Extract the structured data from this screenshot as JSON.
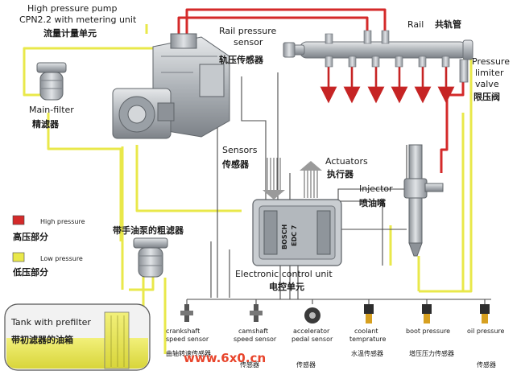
{
  "labels": {
    "pump_en_1": "High pressure pump",
    "pump_en_2": "CPN2.2 with metering unit",
    "pump_cn": "流量计量单元",
    "rail_sensor_en_1": "Rail pressure",
    "rail_sensor_en_2": "sensor",
    "rail_sensor_cn": "轨压传感器",
    "rail_en": "Rail",
    "rail_cn": "共轨管",
    "limiter_en_1": "Pressure",
    "limiter_en_2": "limiter",
    "limiter_en_3": "valve",
    "limiter_cn": "限压阀",
    "main_filter_en": "Main-filter",
    "main_filter_cn": "精滤器",
    "sensors_en": "Sensors",
    "sensors_cn": "传感器",
    "actuators_en": "Actuators",
    "actuators_cn": "执行器",
    "injector_en": "Injector",
    "injector_cn": "喷油嘴",
    "prefilter_cn": "带手油泵的粗滤器",
    "ecu_en": "Electronic control unit",
    "ecu_cn": "电控单元",
    "ecu_brand": "BOSCH",
    "ecu_model": "EDC 7",
    "tank_en": "Tank with prefilter",
    "tank_cn": "带初滤器的油箱"
  },
  "legend": [
    {
      "en": "High pressure",
      "cn": "高压部分",
      "color": "#d42a2a"
    },
    {
      "en": "Low pressure",
      "cn": "低压部分",
      "color": "#e9e84a"
    }
  ],
  "sensors": [
    {
      "en_1": "crankshaft",
      "en_2": "speed sensor",
      "cn": "曲轴转速传感器"
    },
    {
      "en_1": "camshaft",
      "en_2": "speed sensor",
      "cn": "传感器"
    },
    {
      "en_1": "accelerator",
      "en_2": "pedal sensor",
      "cn": "传感器"
    },
    {
      "en_1": "coolant",
      "en_2": "temprature",
      "cn": "水温传感器"
    },
    {
      "en_1": "boot pressure",
      "en_2": "",
      "cn": "增压压力传感器"
    },
    {
      "en_1": "oil pressure",
      "en_2": "",
      "cn": "传感器"
    }
  ],
  "watermark": "www.6x0.cn",
  "colors": {
    "high_pressure": "#d42a2a",
    "low_pressure": "#e9e84a",
    "metal": "#b5b9bd",
    "wire": "#4a4a4a"
  }
}
